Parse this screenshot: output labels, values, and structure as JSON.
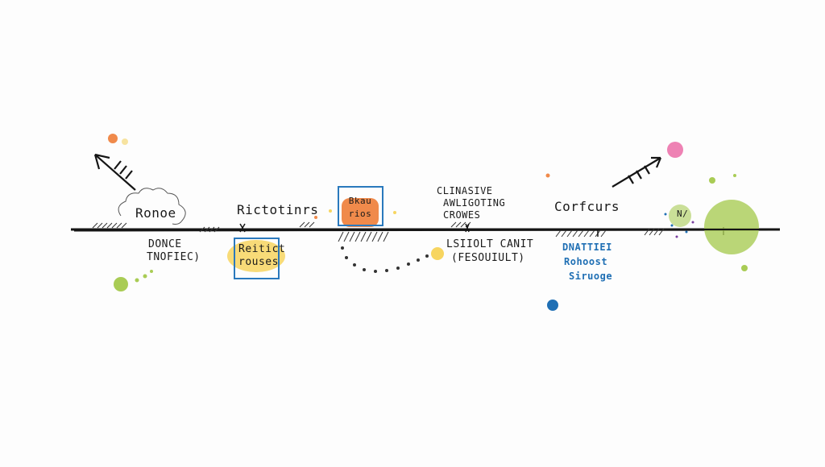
{
  "timeline": {
    "milestones": [
      {
        "id": "m1",
        "label": "Ronoe",
        "sublabel": [
          "DONCE",
          "TNOFIEC)"
        ]
      },
      {
        "id": "m2",
        "label": "Rictotinrs",
        "sublabel": [
          "Reitict",
          "rouses"
        ]
      },
      {
        "id": "m3",
        "label": [
          "Bkau",
          "rios"
        ]
      },
      {
        "id": "m4",
        "label": [
          "CLINASIVE",
          "AWLIGOTING",
          "CROWES"
        ],
        "sublabel": [
          "LSIIOLT CANIT",
          "(FESOUIULT)"
        ]
      },
      {
        "id": "m5",
        "label": "Corfcurs",
        "sublabel": [
          "DNATTIEI",
          "Rohoost",
          "Siruoge"
        ]
      },
      {
        "id": "m6",
        "label": "N/"
      }
    ]
  },
  "colors": {
    "line": "#151515",
    "orange": "#f08a4b",
    "yellow": "#f7d560",
    "green": "#a9cc55",
    "blue": "#1f6fb4",
    "pink": "#ee82b4",
    "box": "#2a79bd"
  }
}
